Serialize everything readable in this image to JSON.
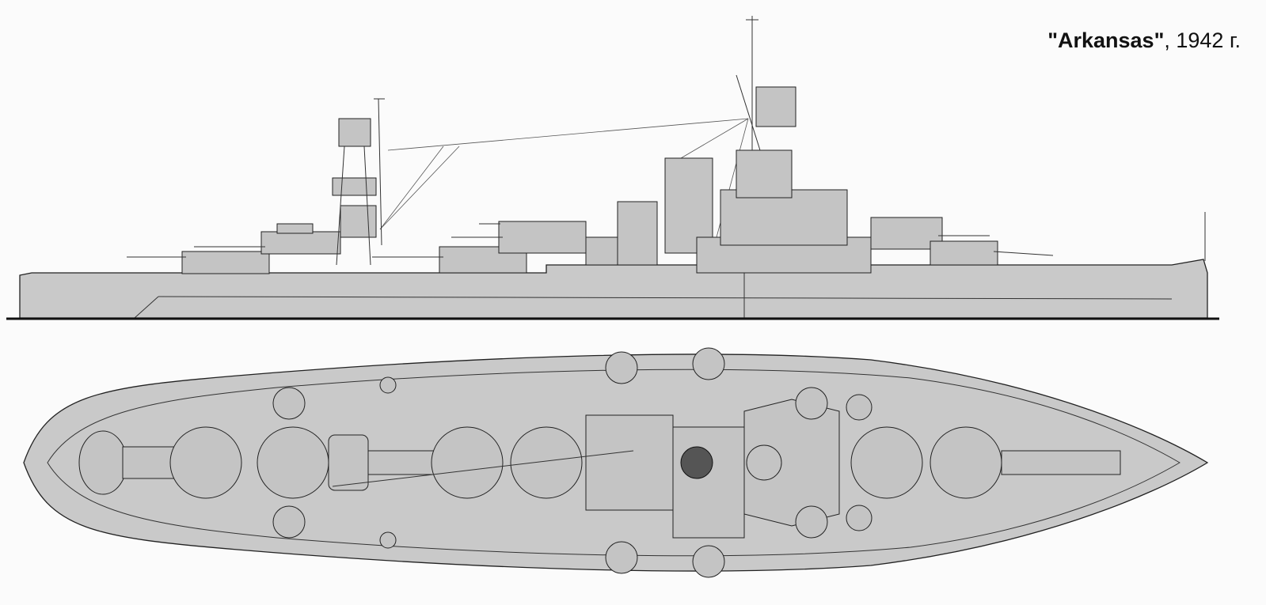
{
  "title": {
    "ship_name": "\"Arkansas\"",
    "year": ", 1942 г."
  },
  "views": [
    "side-profile",
    "plan-view"
  ],
  "colors": {
    "hull": "#c9c9c9",
    "outline": "#222222",
    "background": "#fbfbfb"
  }
}
